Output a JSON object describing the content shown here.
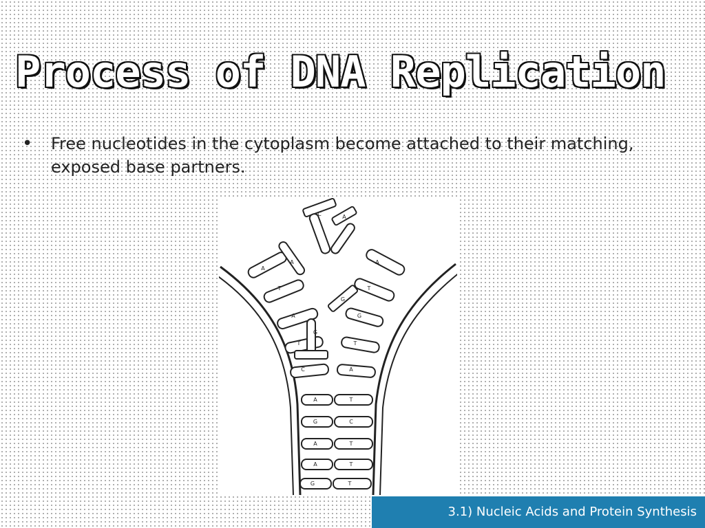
{
  "slide": {
    "title": "Process of DNA Replication",
    "bullets": [
      "Free nucleotides in the cytoplasm become attached to their matching, exposed base partners."
    ],
    "footer": "3.1) Nucleic Acids and Protein Synthesis"
  },
  "diagram": {
    "labels": [
      "A",
      "T",
      "A",
      "T",
      "C",
      "G",
      "A",
      "T",
      "G",
      "T",
      "A",
      "A",
      "T",
      "G",
      "C",
      "A",
      "T",
      "A",
      "T",
      "G",
      "T",
      "C",
      "A",
      "G",
      "A"
    ]
  },
  "colors": {
    "footer_bg": "#1f7fb0",
    "footer_text": "#ffffff",
    "title_fill": "#ffffff",
    "title_outline": "#111111"
  }
}
